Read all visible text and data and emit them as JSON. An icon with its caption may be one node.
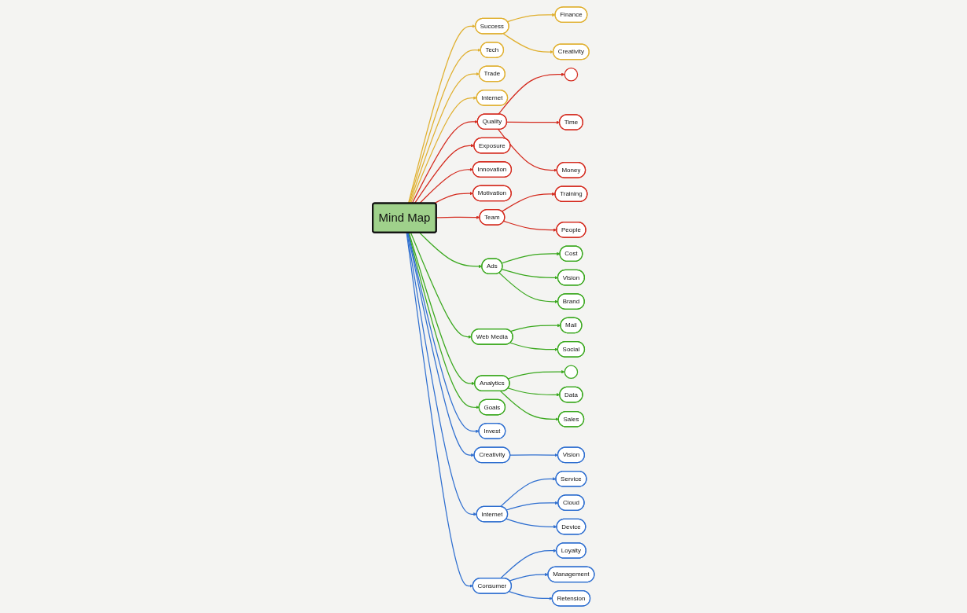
{
  "diagram": {
    "nodes": [
      {
        "text": [
          "Mind Map"
        ]
      },
      {
        "text": [
          "Success"
        ]
      },
      {
        "text": [
          "Finance"
        ]
      },
      {
        "text": [
          "Creativity"
        ]
      },
      {
        "text": [
          "Tech"
        ]
      },
      {
        "text": [
          "Trade"
        ]
      },
      {
        "text": [
          "Internet"
        ]
      },
      {
        "text": [
          "Quality"
        ]
      },
      {
        "text": [],
        "shape": "circle"
      },
      {
        "text": [
          "Time"
        ]
      },
      {
        "text": [
          "Money"
        ]
      },
      {
        "text": [
          "Exposure"
        ]
      },
      {
        "text": [
          "Innovation"
        ]
      },
      {
        "text": [
          "Motivation"
        ]
      },
      {
        "text": [
          "Team"
        ]
      },
      {
        "text": [
          "Training"
        ]
      },
      {
        "text": [
          "People"
        ]
      },
      {
        "text": [
          "Ads"
        ]
      },
      {
        "text": [
          "Cost"
        ]
      },
      {
        "text": [
          "Vision"
        ]
      },
      {
        "text": [
          "Brand"
        ]
      },
      {
        "text": [
          "Web Media"
        ]
      },
      {
        "text": [
          "Mail"
        ]
      },
      {
        "text": [
          "Social"
        ]
      },
      {
        "text": [
          "Analytics"
        ]
      },
      {
        "text": [],
        "shape": "circle"
      },
      {
        "text": [
          "Data"
        ]
      },
      {
        "text": [
          "Sales"
        ]
      },
      {
        "text": [
          "Goals"
        ]
      },
      {
        "text": [
          "Invest"
        ]
      },
      {
        "text": [
          "Creativity"
        ]
      },
      {
        "text": [
          "Vision"
        ]
      },
      {
        "text": [
          "Internet"
        ]
      },
      {
        "text": [
          "Service"
        ]
      },
      {
        "text": [
          "Cloud"
        ]
      },
      {
        "text": [
          "Device"
        ]
      },
      {
        "text": [
          "Consumer"
        ]
      },
      {
        "text": [
          "Loyalty"
        ]
      },
      {
        "text": [
          "Management"
        ]
      },
      {
        "text": [
          "Retension"
        ]
      }
    ],
    "edges": [
      {
        "from": 0,
        "to": 1,
        "arrow": "to",
        "color": "#e0b030"
      },
      {
        "from": 1,
        "to": 2,
        "arrow": "to",
        "color": "#e0b030"
      },
      {
        "from": 1,
        "to": 3,
        "arrow": "to",
        "color": "#e0b030"
      },
      {
        "from": 0,
        "to": 4,
        "arrow": "to",
        "color": "#e0b030"
      },
      {
        "from": 0,
        "to": 5,
        "arrow": "to",
        "color": "#e0b030"
      },
      {
        "from": 0,
        "to": 6,
        "arrow": "to",
        "color": "#e0b030"
      },
      {
        "from": 0,
        "to": 7,
        "arrow": "to",
        "color": "#d42a1e"
      },
      {
        "from": 7,
        "to": 8,
        "arrow": "to",
        "color": "#d42a1e"
      },
      {
        "from": 7,
        "to": 9,
        "arrow": "to",
        "color": "#d42a1e"
      },
      {
        "from": 7,
        "to": 10,
        "arrow": "to",
        "color": "#d42a1e"
      },
      {
        "from": 0,
        "to": 11,
        "arrow": "to",
        "color": "#d42a1e"
      },
      {
        "from": 0,
        "to": 12,
        "arrow": "to",
        "color": "#d42a1e"
      },
      {
        "from": 0,
        "to": 13,
        "arrow": "to",
        "color": "#d42a1e"
      },
      {
        "from": 0,
        "to": 14,
        "arrow": "to",
        "color": "#d42a1e"
      },
      {
        "from": 14,
        "to": 15,
        "arrow": "to",
        "color": "#d42a1e"
      },
      {
        "from": 14,
        "to": 16,
        "arrow": "to",
        "color": "#d42a1e"
      },
      {
        "from": 0,
        "to": 17,
        "arrow": "to"
      },
      {
        "from": 17,
        "to": 18,
        "arrow": "to"
      },
      {
        "from": 17,
        "to": 19,
        "arrow": "to"
      },
      {
        "from": 17,
        "to": 20,
        "arrow": "to"
      },
      {
        "from": 0,
        "to": 21,
        "arrow": "to"
      },
      {
        "from": 21,
        "to": 22,
        "arrow": "to"
      },
      {
        "from": 21,
        "to": 23,
        "arrow": "to"
      },
      {
        "from": 0,
        "to": 24,
        "arrow": "to"
      },
      {
        "from": 24,
        "to": 25,
        "arrow": "to"
      },
      {
        "from": 24,
        "to": 26,
        "arrow": "to"
      },
      {
        "from": 24,
        "to": 27,
        "arrow": "to"
      },
      {
        "from": 0,
        "to": 28,
        "arrow": "to"
      },
      {
        "from": 0,
        "to": 29,
        "arrow": "to",
        "color": "#2f6fd0"
      },
      {
        "from": 0,
        "to": 30,
        "arrow": "to",
        "color": "#2f6fd0"
      },
      {
        "from": 30,
        "to": 31,
        "arrow": "to",
        "color": "#2f6fd0"
      },
      {
        "from": 0,
        "to": 32,
        "arrow": "to",
        "color": "#2f6fd0"
      },
      {
        "from": 32,
        "to": 33,
        "arrow": "to",
        "color": "#2f6fd0"
      },
      {
        "from": 32,
        "to": 34,
        "arrow": "to",
        "color": "#2f6fd0"
      },
      {
        "from": 32,
        "to": 35,
        "arrow": "to",
        "color": "#2f6fd0"
      },
      {
        "from": 0,
        "to": 36,
        "arrow": "to",
        "color": "#2f6fd0"
      },
      {
        "from": 36,
        "to": 37,
        "arrow": "to",
        "color": "#2f6fd0"
      },
      {
        "from": 36,
        "to": 38,
        "arrow": "to",
        "color": "#2f6fd0"
      },
      {
        "from": 36,
        "to": 39,
        "arrow": "to",
        "color": "#2f6fd0"
      }
    ]
  }
}
